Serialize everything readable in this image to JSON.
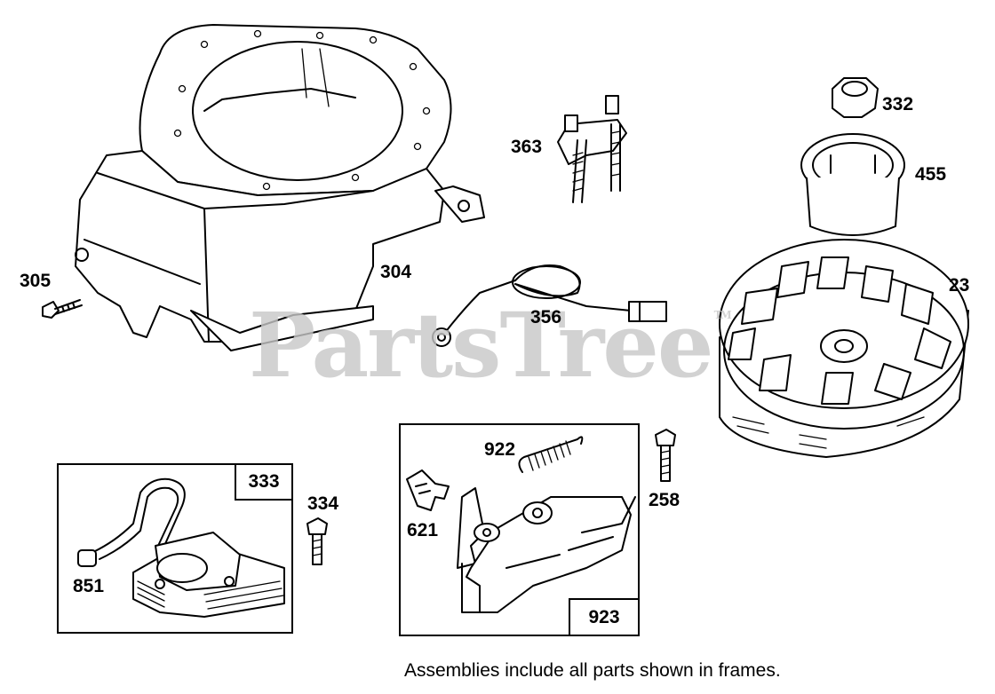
{
  "watermark": {
    "text": "PartsTree",
    "tm": "TM"
  },
  "caption": "Assemblies include all parts shown in frames.",
  "labels": {
    "p305": "305",
    "p304": "304",
    "p363": "363",
    "p356": "356",
    "p332": "332",
    "p455": "455",
    "p23": "23",
    "p922": "922",
    "p621": "621",
    "p258": "258",
    "p333": "333",
    "p334": "334",
    "p851": "851",
    "p923": "923"
  }
}
